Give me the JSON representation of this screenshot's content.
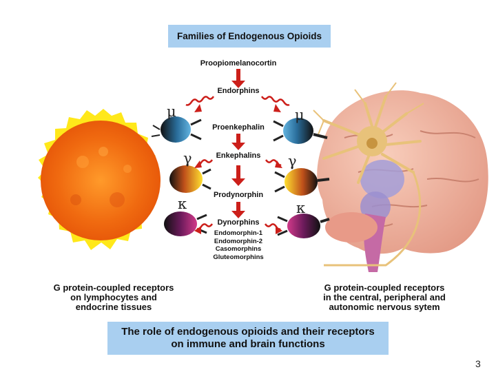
{
  "title": "Families of Endogenous Opioids",
  "precursors": {
    "proopiomelanocortin": "Proopiomelanocortin",
    "endorphins": "Endorphins",
    "proenkephalin": "Proenkephalin",
    "enkephalins": "Enkephalins",
    "prodynorphin": "Prodynorphin",
    "dynorphins": "Dynorphins"
  },
  "peptides": [
    "Endomorphin-1",
    "Endomorphin-2",
    "Casomorphins",
    "Gluteomorphins"
  ],
  "receptors": {
    "mu": "μ",
    "gamma": "γ",
    "kappa": "κ"
  },
  "left_caption": [
    "G protein-coupled receptors",
    "on lymphocytes and",
    "endocrine tissues"
  ],
  "right_caption": [
    "G protein-coupled receptors",
    "in the central, peripheral and",
    "autonomic nervous sytem"
  ],
  "bottom_box": [
    "The role of endogenous opioids and their receptors",
    "on immune and brain functions"
  ],
  "page_number": "3",
  "colors": {
    "box_fill": "#a9cff0",
    "arrow": "#cc1f1a",
    "sun_core": "#f07a10",
    "sun_corona": "#ffe81a",
    "brain": "#f2b6a6",
    "neuron": "#e8c27a"
  },
  "icons": {
    "sun": "sun-immune-icon",
    "brain": "brain-neuron-icon",
    "receptor": "receptor-bulb-icon"
  }
}
